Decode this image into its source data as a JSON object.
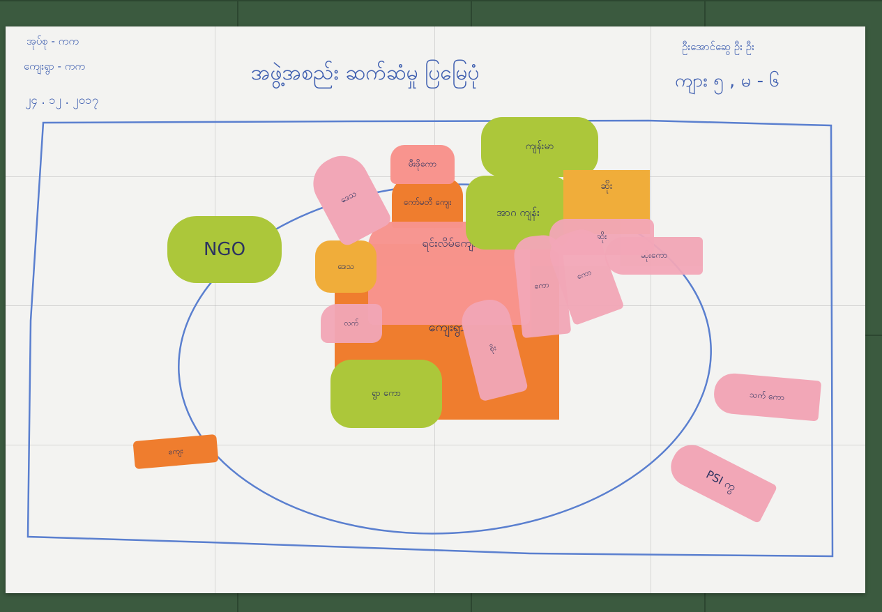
{
  "header": {
    "left_line1": "အုပ်စု - ကက",
    "left_line2": "ကျေးရွာ - ကက",
    "left_line3": "၂၄ . ၁၂ . ၂၀၁၇",
    "title": "အဖွဲ့အစည်း ဆက်ဆံမှု ပြမြေပုံ",
    "right_line1": "ဦးအောင်ဆွေ ဦး ဦး",
    "right_line2": "ကျား ၅ , မ - ၆"
  },
  "notes": {
    "ngo": "NGO",
    "top_green": "ကျန်းမာ",
    "salmon_top": "မီးဖိုကော",
    "orange_small": "ကော်မတီ ကျေး",
    "left_pink_tag": "ဒေသ",
    "mid_green": "အာဂ ကျန်း",
    "yellow_right": "ဆိုး",
    "pink_right_top": "ဆိုး",
    "center_salmon": "ရင်းလိမ်ကျေး",
    "yellow_left": "ဒေသ",
    "pink_right_long": "ဆိုးကော",
    "pink_tall_1": "ကော",
    "pink_tall_2": "ကော",
    "pink_left_small": "လက်",
    "center_orange": "ကျေးရွာ",
    "pink_center_tag": "စိုး",
    "bottom_green": "ရွာ ကော",
    "bottom_left_orange": "ကျေး",
    "right_pink": "သက် ကော",
    "psi": "PSI ကွ"
  }
}
